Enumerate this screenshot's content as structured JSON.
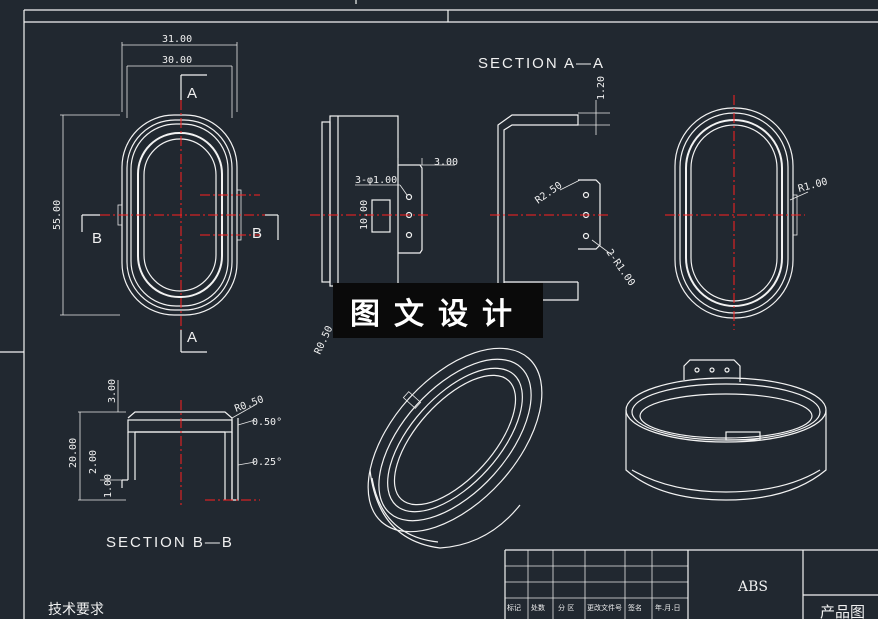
{
  "drawing": {
    "sections": {
      "aa": "SECTION  A—A",
      "bb": "SECTION  B—B"
    },
    "dims": {
      "w31": "31.00",
      "w30": "30.00",
      "h55": "55.00",
      "d3": "3.00",
      "hole": "3-φ1.00",
      "h10": "10.00",
      "r050": "R0.50",
      "d120": "1.20",
      "r250": "R2.50",
      "r2_100": "2-R1.00",
      "r100": "R1.00",
      "bb3": "3.00",
      "bb20": "20.00",
      "bb2": "2.00",
      "bb1": "1.00",
      "bbr": "R0.50",
      "a050": "0.50°",
      "a025": "0.25°"
    },
    "markers": {
      "a_top": "A",
      "a_bottom": "A",
      "b_left": "B",
      "b_right": "B"
    },
    "watermark": "图文设计",
    "notes_title": "技术要求",
    "title_block": {
      "material": "ABS",
      "product": "产品图",
      "headers": [
        "标记",
        "处数",
        "分 区",
        "更改文件号",
        "签名",
        "年.月.日"
      ]
    }
  }
}
